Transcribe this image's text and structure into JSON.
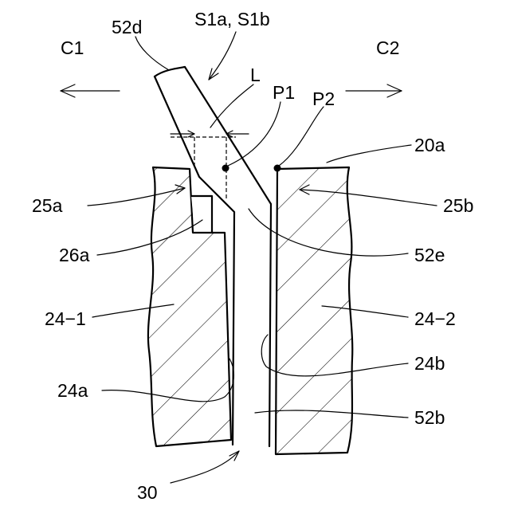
{
  "labels": {
    "ref_52d": "52d",
    "ref_s1": "S1a, S1b",
    "ref_c1": "C1",
    "ref_c2": "C2",
    "ref_l": "L",
    "ref_p1": "P1",
    "ref_p2": "P2",
    "ref_20a": "20a",
    "ref_25a": "25a",
    "ref_25b": "25b",
    "ref_26a": "26a",
    "ref_52e": "52e",
    "ref_24_1": "24−1",
    "ref_24_2": "24−2",
    "ref_24b": "24b",
    "ref_24a": "24a",
    "ref_52b": "52b",
    "ref_30": "30"
  }
}
